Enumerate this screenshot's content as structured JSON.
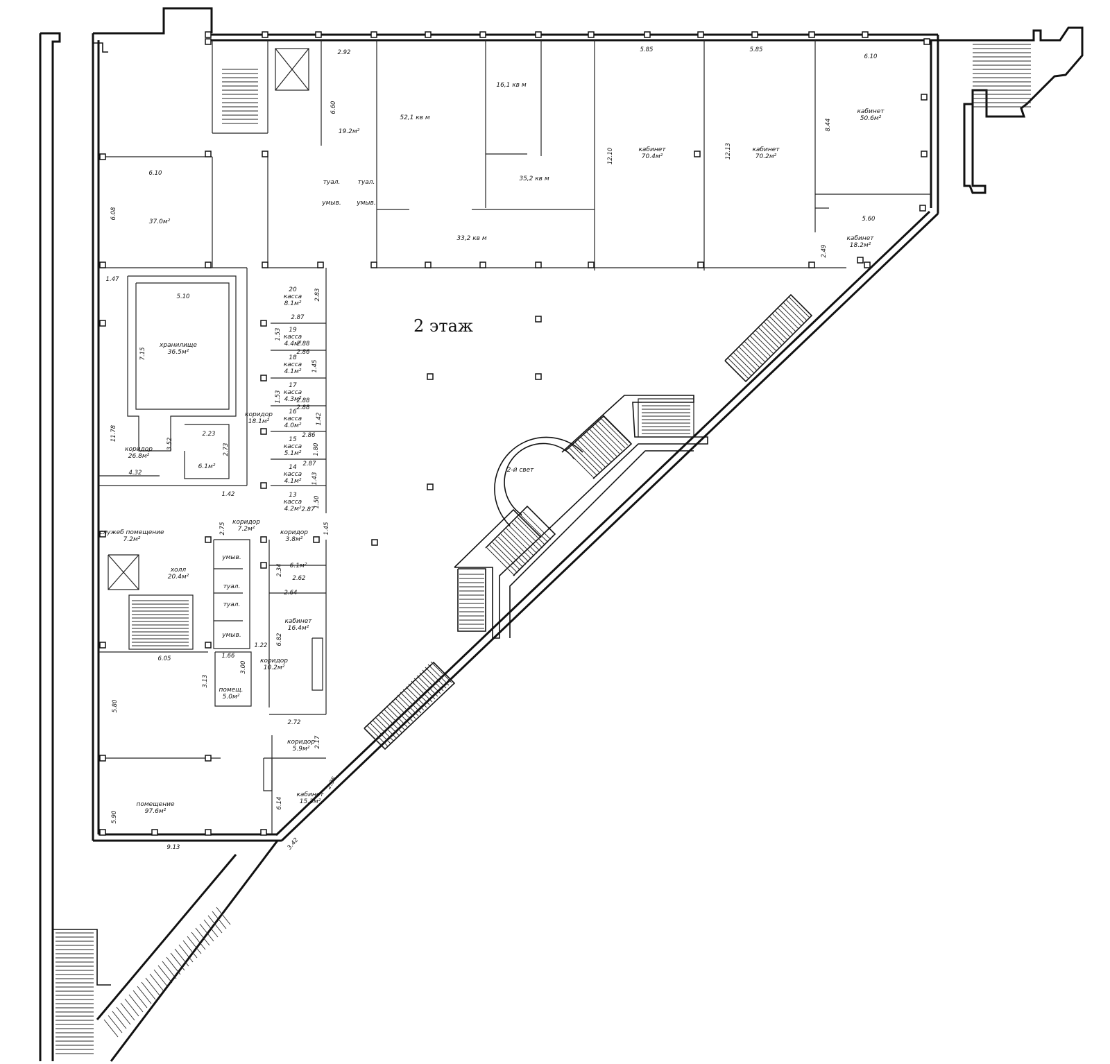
{
  "floor_title": "2 этаж",
  "rooms": [
    {
      "id": "r1",
      "label": "19.2м²"
    },
    {
      "id": "r2",
      "label": "52,1 кв м"
    },
    {
      "id": "r3",
      "label": "16,1 кв м"
    },
    {
      "id": "r4",
      "label": "35,2 кв м"
    },
    {
      "id": "r5",
      "label": "33,2 кв м"
    },
    {
      "id": "r6",
      "name": "кабинет",
      "area": "70.4м²"
    },
    {
      "id": "r7",
      "name": "кабинет",
      "area": "70.2м²"
    },
    {
      "id": "r8",
      "name": "кабинет",
      "area": "50.6м²"
    },
    {
      "id": "r9",
      "name": "кабинет",
      "area": "18.2м²"
    },
    {
      "id": "r10",
      "label": "37.0м²"
    },
    {
      "id": "r11",
      "name": "хранилище",
      "area": "36.5м²"
    },
    {
      "id": "r12",
      "name": "коридор",
      "area": "26.8м²"
    },
    {
      "id": "r13",
      "label": "6.1м²"
    },
    {
      "id": "r14",
      "name": "коридор",
      "area": "18.1м²"
    },
    {
      "id": "r15",
      "name": "служеб помещение",
      "area": "7.2м²"
    },
    {
      "id": "r16",
      "name": "коридор",
      "area": "7.2м²"
    },
    {
      "id": "r17",
      "name": "коридор",
      "area": "3.8м²"
    },
    {
      "id": "r18",
      "name": "холл",
      "area": "20.4м²"
    },
    {
      "id": "r19",
      "label": "6.1м²"
    },
    {
      "id": "r20",
      "name": "кабинет",
      "area": "16.4м²"
    },
    {
      "id": "r21",
      "name": "коридор",
      "area": "10.2м²"
    },
    {
      "id": "r22",
      "name": "помещ.",
      "area": "5.0м²"
    },
    {
      "id": "r23",
      "name": "коридор",
      "area": "5.9м²"
    },
    {
      "id": "r24",
      "name": "помещение",
      "area": "97.6м²"
    },
    {
      "id": "r25",
      "name": "кабинет",
      "area": "15.3м²"
    },
    {
      "id": "r26",
      "label": "2-й свет"
    }
  ],
  "kassas": [
    {
      "num": "20",
      "name": "касса",
      "area": "8.1м²"
    },
    {
      "num": "19",
      "name": "касса",
      "area": "4.4м²"
    },
    {
      "num": "18",
      "name": "касса",
      "area": "4.1м²"
    },
    {
      "num": "17",
      "name": "касса",
      "area": "4.3м²"
    },
    {
      "num": "16",
      "name": "касса",
      "area": "4.0м²"
    },
    {
      "num": "15",
      "name": "касса",
      "area": "5.1м²"
    },
    {
      "num": "14",
      "name": "касса",
      "area": "4.1м²"
    },
    {
      "num": "13",
      "name": "касса",
      "area": "4.2м²"
    }
  ],
  "wc_labels": {
    "toilet": "туал.",
    "wash": "умыв.",
    "toilet2": "туал.",
    "wash2": "умыв.",
    "toilet3": "туал.",
    "toilet4": "туал.",
    "wash3": "умыв.",
    "wash4": "умыв."
  },
  "dimensions": {
    "d1": "2.92",
    "d2": "6.60",
    "d3": "5.85",
    "d4": "5.85",
    "d5": "6.10",
    "d6": "8.44",
    "d7": "12.10",
    "d8": "12.13",
    "d9": "5.60",
    "d10": "2.49",
    "d11": "6.10",
    "d12": "6.08",
    "d13": "1.47",
    "d14": "5.10",
    "d15": "7.15",
    "d16": "2.83",
    "d17": "2.87",
    "d18": "1.53",
    "d19": "2.88",
    "d20": "2.86",
    "d21": "1.45",
    "d22": "1.53",
    "d23": "2.88",
    "d24": "2.88",
    "d25": "1.42",
    "d26": "2.86",
    "d27": "1.80",
    "d28": "2.87",
    "d29": "1.43",
    "d30": "1.50",
    "d31": "2.87",
    "d32": "1.45",
    "d33": "11.78",
    "d34": "3.52",
    "d35": "2.23",
    "d36": "2.73",
    "d37": "4.32",
    "d38": "1.42",
    "d39": "2.75",
    "d40": "2.34",
    "d41": "2.62",
    "d42": "2.64",
    "d43": "6.82",
    "d44": "1.22",
    "d45": "1.66",
    "d46": "3.00",
    "d47": "6.05",
    "d48": "3.13",
    "d49": "5.80",
    "d50": "2.72",
    "d51": "2.17",
    "d52": "2.35",
    "d53": "6.14",
    "d54": "5.90",
    "d55": "9.13",
    "d56": "3.42"
  }
}
